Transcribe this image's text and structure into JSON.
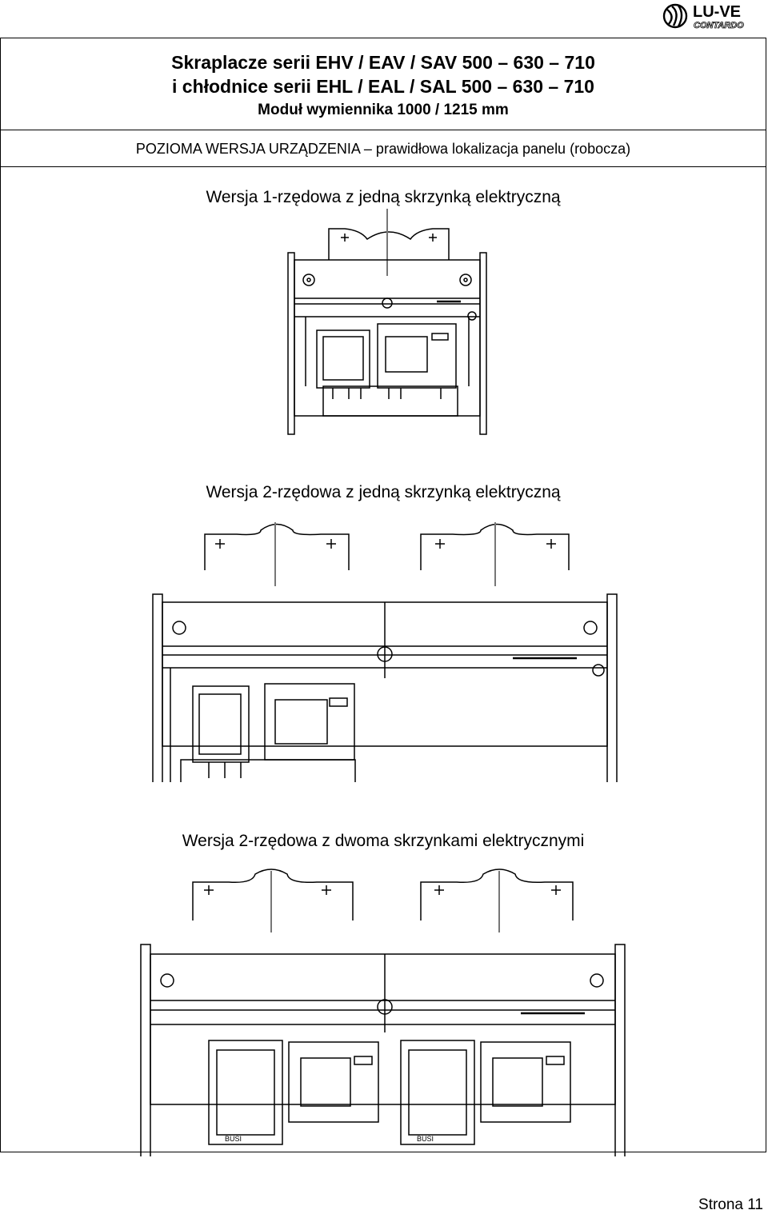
{
  "logo": {
    "brand": "LU-VE",
    "sub": "CONTARDO"
  },
  "header": {
    "title_line1": "Skraplacze serii  EHV / EAV / SAV 500 – 630 – 710",
    "title_line2": "i chłodnice serii EHL / EAL / SAL 500 – 630 – 710",
    "title_line3": "Moduł wymiennika 1000 / 1215 mm"
  },
  "subheader": {
    "part1": "POZIOMA WERSJA URZĄDZENIA",
    "part2": " – prawidłowa lokalizacja panelu (robocza)"
  },
  "figures": [
    {
      "caption": "Wersja 1-rzędowa z jedną skrzynką elektryczną"
    },
    {
      "caption": "Wersja 2-rzędowa z jedną skrzynką elektryczną"
    },
    {
      "caption": "Wersja 2-rzędowa z dwoma skrzynkami elektrycznymi"
    }
  ],
  "fig3_labels": {
    "box_label_left": "BUSI",
    "box_label_right": "BUSI"
  },
  "footer": {
    "page": "Strona 11"
  }
}
